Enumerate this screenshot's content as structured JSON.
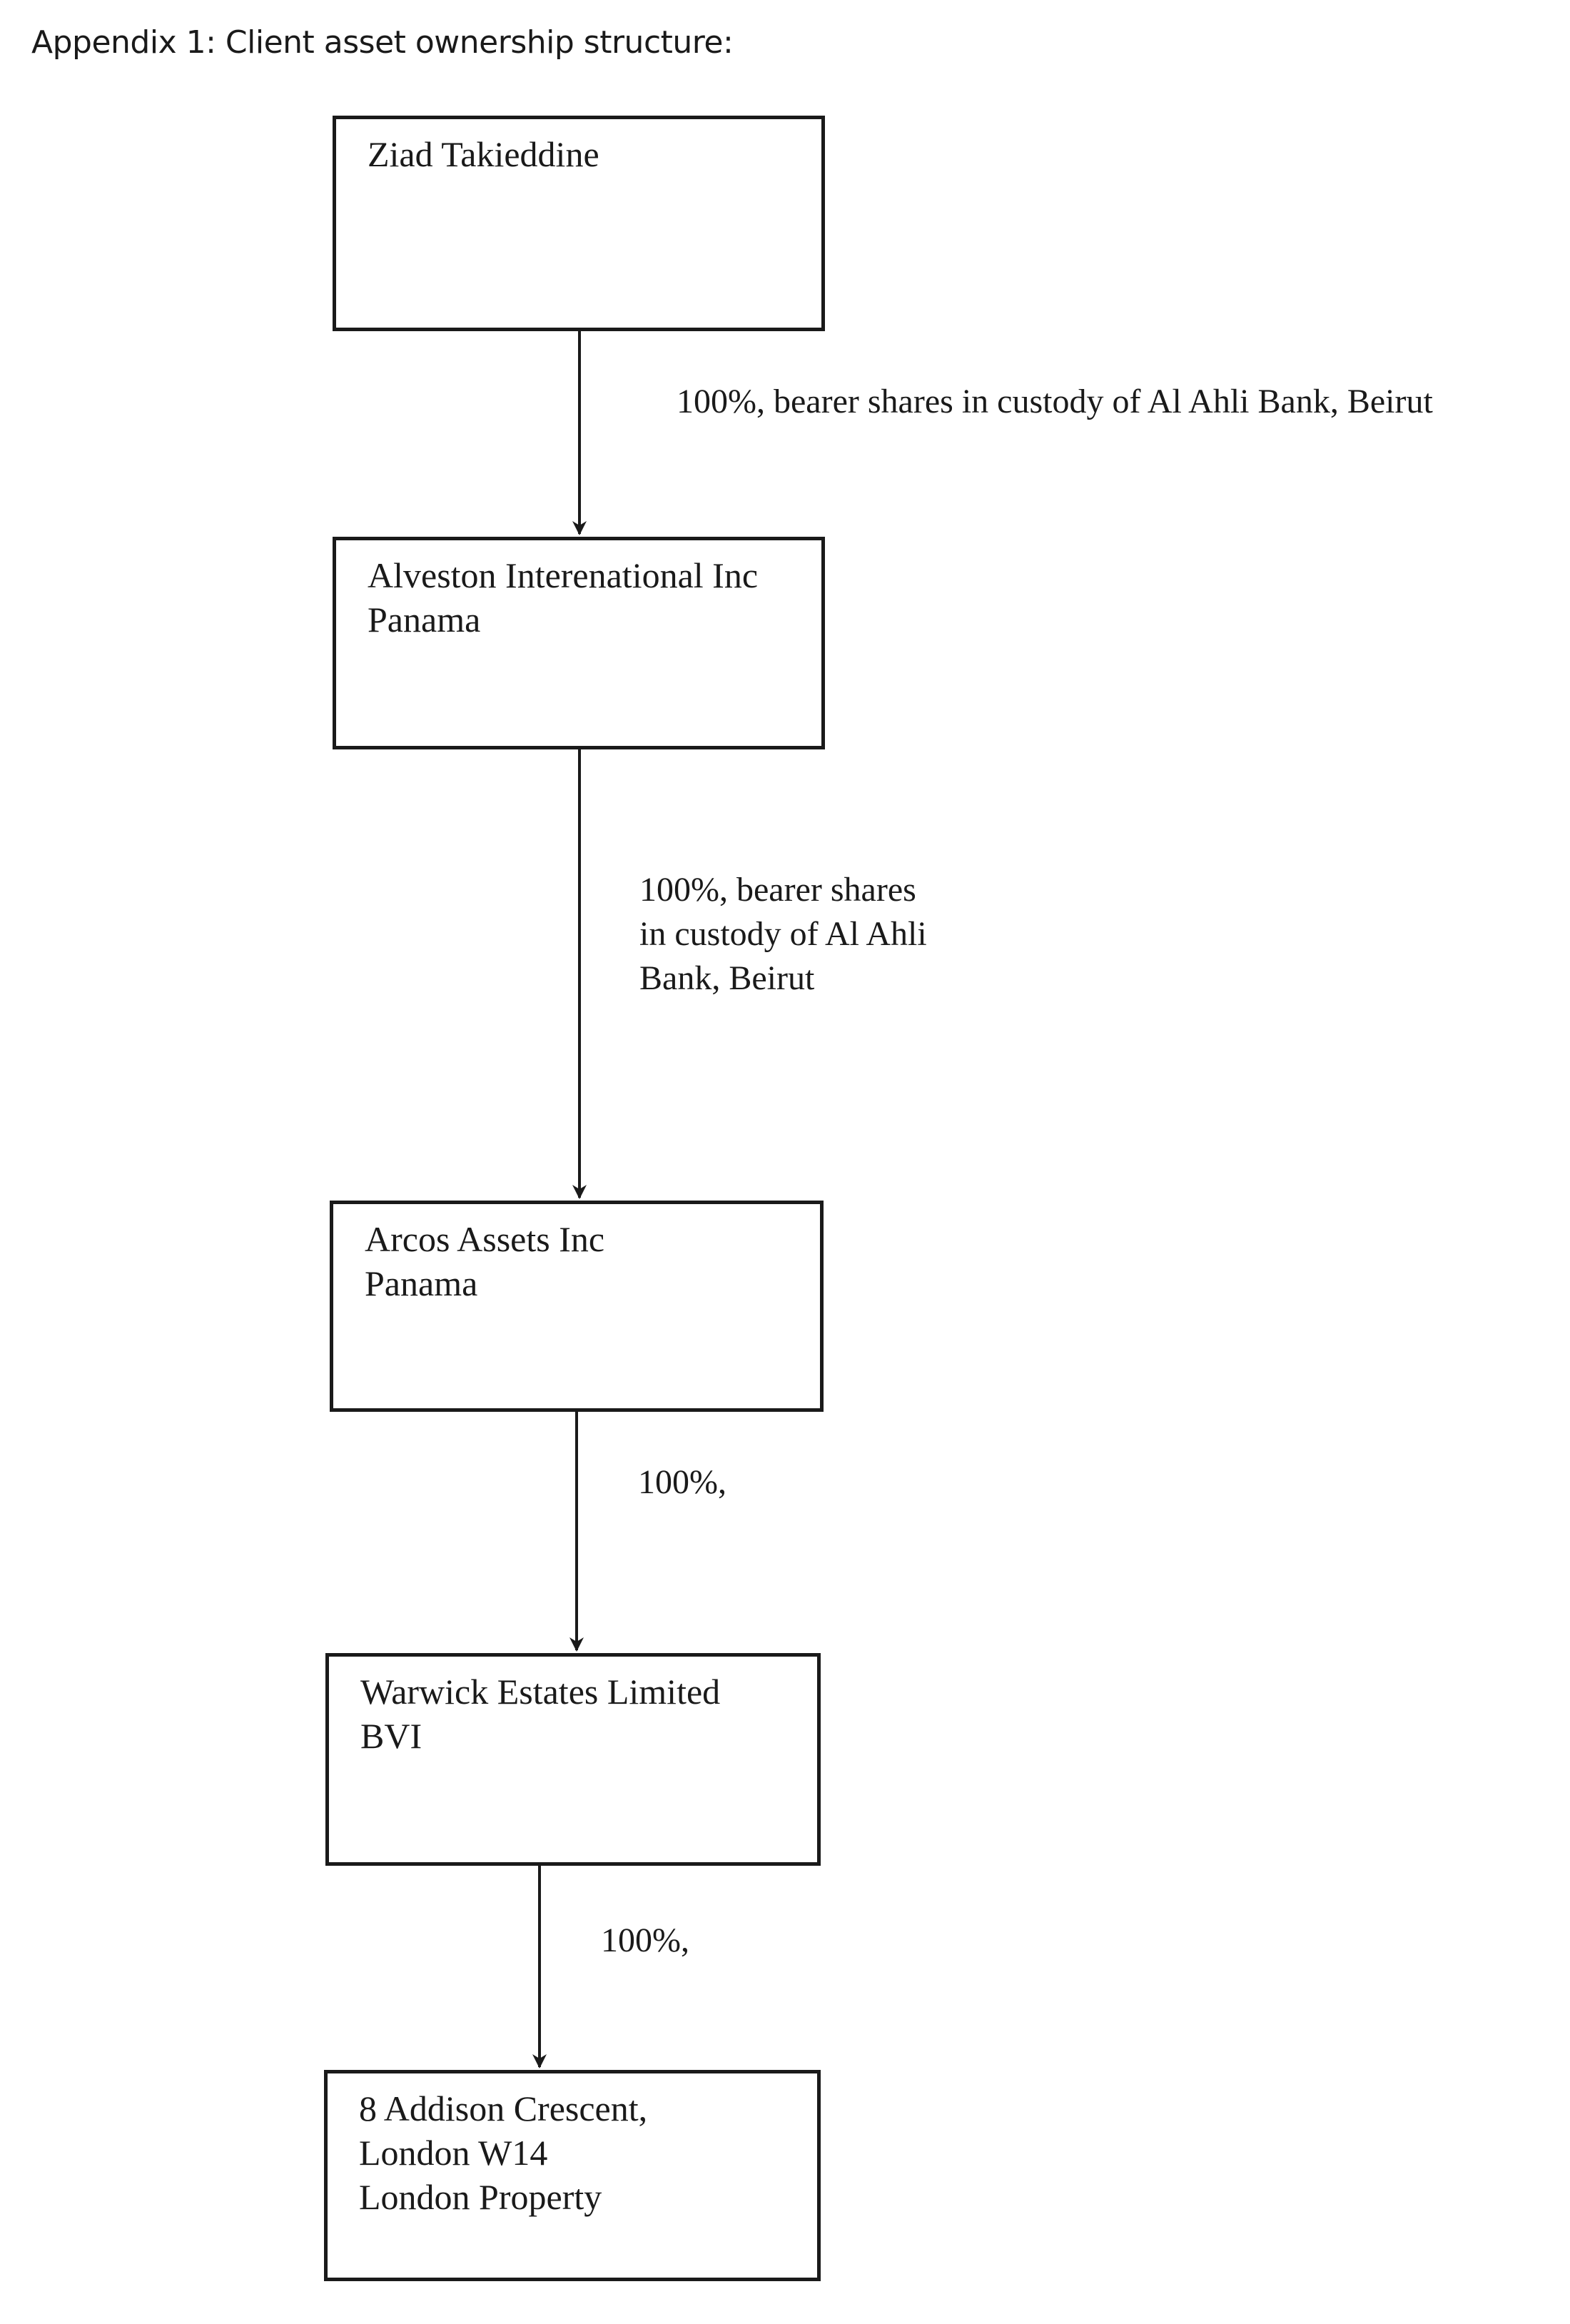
{
  "heading": "Appendix 1: Client asset ownership structure:",
  "nodes": [
    {
      "id": "zt",
      "lines": [
        "Ziad Takieddine"
      ]
    },
    {
      "id": "alveston",
      "lines": [
        "Alveston Interenational Inc",
        "Panama"
      ]
    },
    {
      "id": "arcos",
      "lines": [
        "Arcos Assets Inc",
        "Panama"
      ]
    },
    {
      "id": "warwick",
      "lines": [
        "Warwick Estates Limited",
        "BVI"
      ]
    },
    {
      "id": "addison",
      "lines": [
        "8 Addison Crescent,",
        "London W14",
        "London Property"
      ]
    }
  ],
  "edges": [
    {
      "from": "zt",
      "to": "alveston",
      "lines": [
        "100%, bearer shares in custody of Al Ahli Bank, Beirut"
      ]
    },
    {
      "from": "alveston",
      "to": "arcos",
      "lines": [
        "100%, bearer shares",
        "in custody of Al Ahli",
        "Bank, Beirut"
      ]
    },
    {
      "from": "arcos",
      "to": "warwick",
      "lines": [
        "100%,"
      ]
    },
    {
      "from": "warwick",
      "to": "addison",
      "lines": [
        "100%,"
      ]
    }
  ]
}
